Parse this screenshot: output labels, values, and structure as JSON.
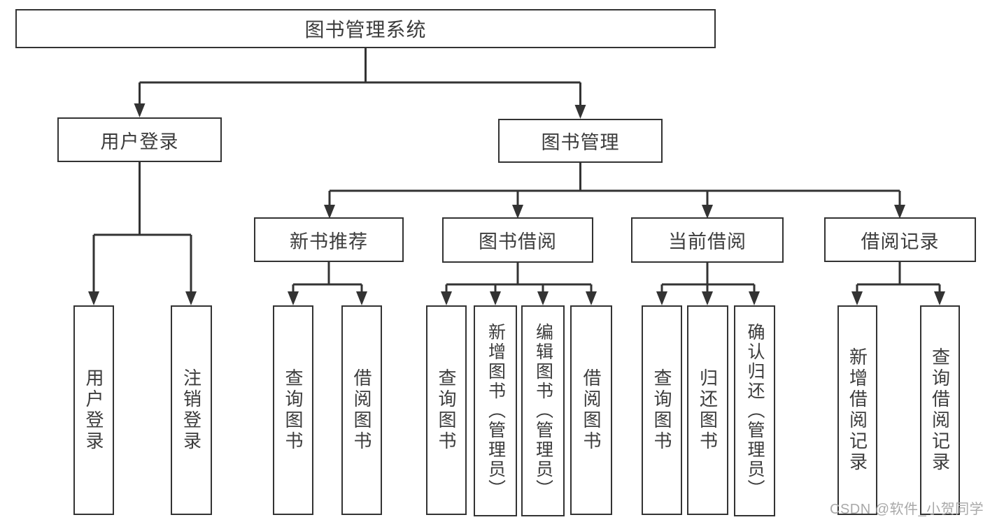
{
  "nodes": {
    "root": "图书管理系统",
    "user_login": "用户登录",
    "book_mgmt": "图书管理",
    "new_books": "新书推荐",
    "book_borrow": "图书借阅",
    "current_borrow": "当前借阅",
    "borrow_records": "借阅记录"
  },
  "leaves": {
    "user_login": [
      "用户登录",
      "注销登录"
    ],
    "new_books": [
      "查询图书",
      "借阅图书"
    ],
    "book_borrow": [
      "查询图书",
      "新增图书（管理员）",
      "编辑图书（管理员）",
      "借阅图书"
    ],
    "current_borrow": [
      "查询图书",
      "归还图书",
      "确认归还（管理员）"
    ],
    "borrow_records": [
      "新增借阅记录",
      "查询借阅记录"
    ]
  },
  "watermark": "CSDN @软件_小贺同学",
  "colors": {
    "line": "#333333",
    "text": "#3c3c3c",
    "watermark": "#a9a9a9",
    "background": "#ffffff"
  }
}
